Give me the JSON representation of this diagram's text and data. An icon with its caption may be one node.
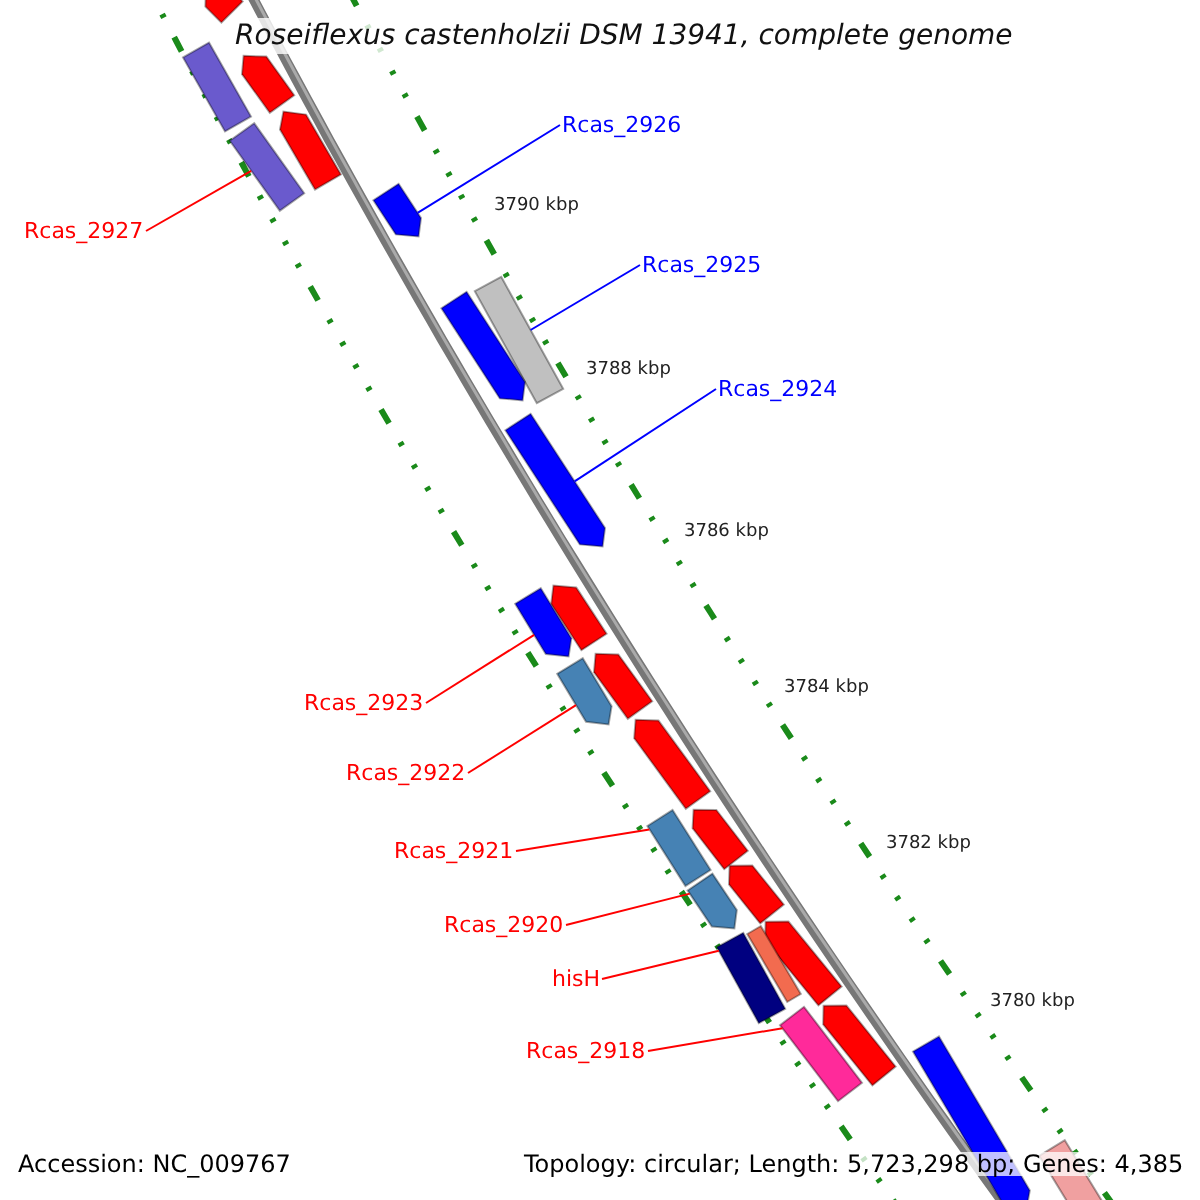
{
  "diagram": {
    "title": "Roseiflexus castenholzii DSM 13941, complete genome",
    "nodes": [
      {
        "text": [],
        "shape": "arrow"
      },
      {
        "text": [],
        "shape": "box"
      },
      {
        "text": [],
        "shape": "arrow"
      },
      {
        "text": [
          "Rcas_2926"
        ]
      },
      {
        "text": [],
        "shape": "arrow"
      },
      {
        "text": [],
        "shape": "box"
      },
      {
        "text": [],
        "shape": "arrow"
      },
      {
        "text": [
          "Rcas_2927"
        ]
      },
      {
        "text": [
          "Rcas_2925"
        ]
      },
      {
        "text": [],
        "shape": "box"
      },
      {
        "text": [],
        "shape": "arrow"
      },
      {
        "text": [
          "Rcas_2924"
        ]
      },
      {
        "text": [],
        "shape": "arrow"
      },
      {
        "text": [],
        "shape": "arrow"
      },
      {
        "text": [],
        "shape": "arrow"
      },
      {
        "text": [],
        "shape": "arrow"
      },
      {
        "text": [],
        "shape": "arrow"
      },
      {
        "text": [
          "Rcas_2923"
        ]
      },
      {
        "text": [],
        "shape": "arrow"
      },
      {
        "text": [
          "Rcas_2922"
        ]
      },
      {
        "text": [],
        "shape": "arrow"
      },
      {
        "text": [],
        "shape": "box"
      },
      {
        "text": [
          "Rcas_2921"
        ]
      },
      {
        "text": [],
        "shape": "arrow"
      },
      {
        "text": [],
        "shape": "arrow"
      },
      {
        "text": [],
        "shape": "arrow"
      },
      {
        "text": [
          "Rcas_2920"
        ]
      },
      {
        "text": [],
        "shape": "box"
      },
      {
        "text": [],
        "shape": "box"
      },
      {
        "text": [
          "hisH"
        ]
      },
      {
        "text": [],
        "shape": "arrow"
      },
      {
        "text": [],
        "shape": "box"
      },
      {
        "text": [],
        "shape": "arrow"
      },
      {
        "text": [
          "Rcas_2918"
        ]
      },
      {
        "text": [],
        "shape": "box"
      }
    ],
    "edges": [
      {
        "from": 3,
        "to": 6,
        "arrow": "none",
        "color": "#0000ff"
      },
      {
        "from": 7,
        "to": 5,
        "arrow": "none"
      },
      {
        "from": 8,
        "to": 9,
        "arrow": "none",
        "color": "#0000ff"
      },
      {
        "from": 11,
        "to": 12,
        "arrow": "none",
        "color": "#0000ff"
      },
      {
        "from": 17,
        "to": 14,
        "arrow": "none"
      },
      {
        "from": 19,
        "to": 16,
        "arrow": "none"
      },
      {
        "from": 22,
        "to": 21,
        "arrow": "none"
      },
      {
        "from": 26,
        "to": 24,
        "arrow": "none"
      },
      {
        "from": 29,
        "to": 28,
        "arrow": "none"
      },
      {
        "from": 33,
        "to": 31,
        "arrow": "none"
      }
    ],
    "labels": [
      "3790 kbp",
      "3788 kbp",
      "3786 kbp",
      "3784 kbp",
      "3782 kbp",
      "3780 kbp",
      "Accession: NC_009767",
      "Topology: circular; Length: 5,723,298 bp; Genes: 4,385"
    ]
  }
}
